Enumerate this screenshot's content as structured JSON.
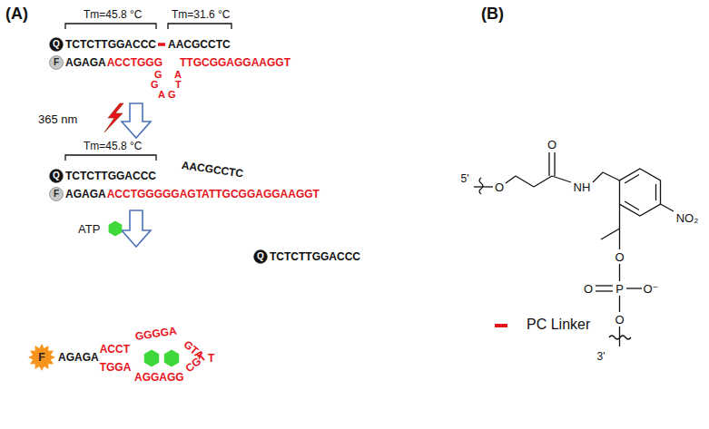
{
  "diagram": {
    "nodes": [
      {
        "text": [
          "Q"
        ]
      },
      {
        "text": [
          "F"
        ]
      },
      {
        "text": [
          "Q"
        ]
      },
      {
        "text": [
          "F"
        ]
      },
      {
        "text": [
          "Q"
        ]
      },
      {
        "text": [
          "F"
        ]
      }
    ],
    "labels": [
      "(A)",
      "(B)",
      "Tm=45.8 °C",
      "Tm=31.6 °C",
      "TCTCTTGGACCC",
      "AACGCCTC",
      "AGAGA",
      "ACCTGGG",
      "G",
      "G",
      "A",
      "G",
      "T",
      "A",
      "TTGCGGAGGAAGGT",
      "365 nm",
      "Tm=45.8 °C",
      "TCTCTTGGACCC",
      "AACGCCTC",
      "AGAGA",
      "ACCTGGGGGAGTATTGCGGAGGAAGGT",
      "ATP",
      "TCTCTTGGACCC",
      "AGAGA",
      "ACCT",
      "GGGGA",
      "GTA",
      "T",
      "TGGA",
      "AGGAGG",
      "CGT",
      "5'",
      "O",
      "O",
      "NH",
      "NO₂",
      "O",
      "O",
      "P",
      "O⁻",
      "O",
      "3'"
    ],
    "legend": [
      {
        "text": "PC Linker",
        "color": "#e8141b"
      }
    ]
  }
}
